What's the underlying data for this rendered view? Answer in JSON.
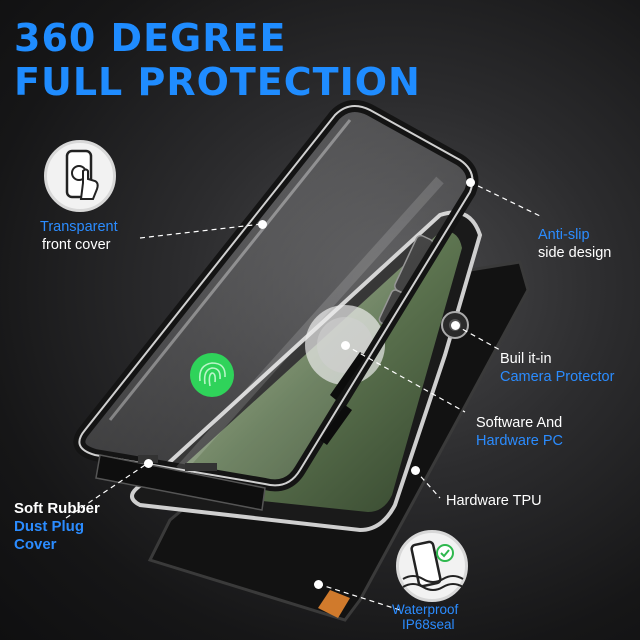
{
  "headline": {
    "line1": "360 DEGREE",
    "line2": "FULL PROTECTION"
  },
  "callouts": {
    "front_cover": {
      "line1": "Transparent",
      "line2": "front cover"
    },
    "anti_slip": {
      "line1": "Anti-slip",
      "line2": "side design"
    },
    "camera": {
      "line1": "Buil it-in",
      "line2": "Camera Protector"
    },
    "pc": {
      "line1": "Software And",
      "line2": "Hardware PC"
    },
    "tpu": {
      "line1": "Hardware TPU"
    },
    "dust_plug": {
      "line1": "Soft Rubber",
      "line2": "Dust Plug",
      "line3": "Cover"
    },
    "waterproof": {
      "line1": "Waterproof",
      "line2": "IP68seal"
    }
  },
  "colors": {
    "accent": "#1f8cff",
    "text": "#ffffff",
    "fingerprint": "#2fd35a"
  },
  "icons": [
    "touch-hand-icon",
    "waterproof-phone-icon",
    "fingerprint-icon"
  ]
}
